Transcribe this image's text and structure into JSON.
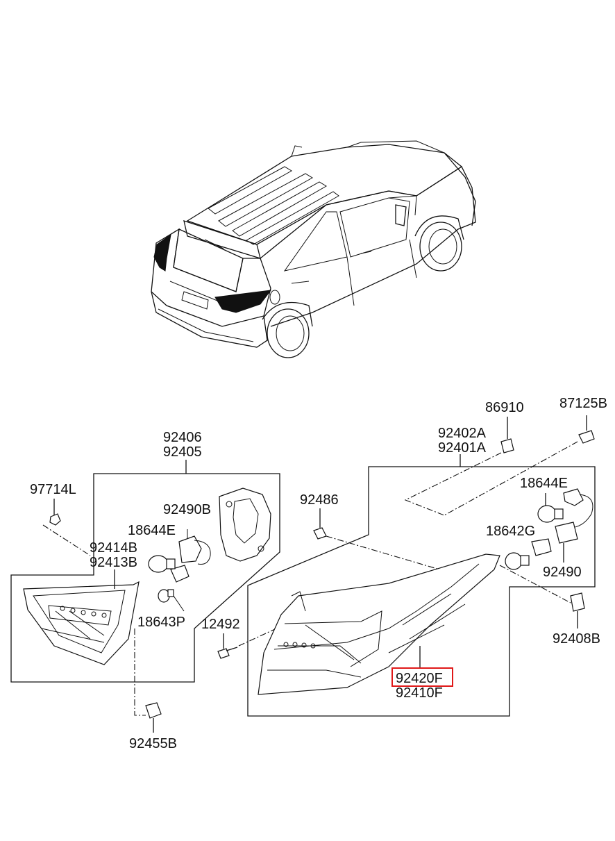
{
  "labels": {
    "p86910": "86910",
    "p87125B": "87125B",
    "p92402A": "92402A",
    "p92401A": "92401A",
    "p92406": "92406",
    "p92405": "92405",
    "p97714L": "97714L",
    "p92490B": "92490B",
    "p18644E_left": "18644E",
    "p92414B": "92414B",
    "p92413B": "92413B",
    "p18643P": "18643P",
    "p92455B": "92455B",
    "p92486": "92486",
    "p18644E_right": "18644E",
    "p18642G": "18642G",
    "p92490": "92490",
    "p12492": "12492",
    "p92408B": "92408B",
    "p92420F": "92420F",
    "p92410F": "92410F"
  },
  "highlight": {
    "part": "92420F",
    "color": "#e01818"
  }
}
